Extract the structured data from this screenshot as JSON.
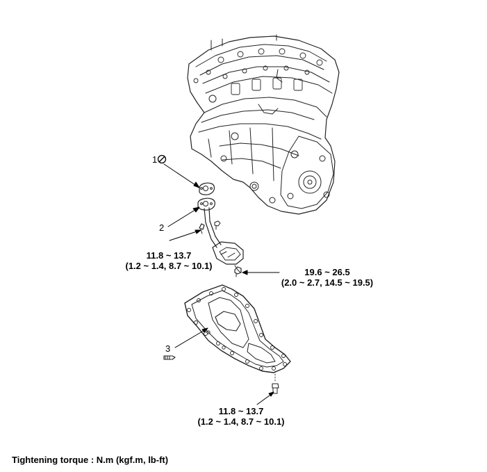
{
  "callouts": [
    {
      "num": "1"
    },
    {
      "num": "2"
    },
    {
      "num": "3"
    }
  ],
  "torques": [
    {
      "nm": "11.8 ~ 13.7",
      "alt": "(1.2 ~ 1.4, 8.7 ~ 10.1)"
    },
    {
      "nm": "19.6 ~ 26.5",
      "alt": "(2.0 ~ 2.7, 14.5 ~ 19.5)"
    },
    {
      "nm": "11.8 ~ 13.7",
      "alt": "(1.2 ~ 1.4, 8.7 ~ 10.1)"
    }
  ],
  "legend": "Tightening torque : N.m (kgf.m, lb-ft)",
  "icons": {
    "replace": "no-reuse-icon"
  }
}
